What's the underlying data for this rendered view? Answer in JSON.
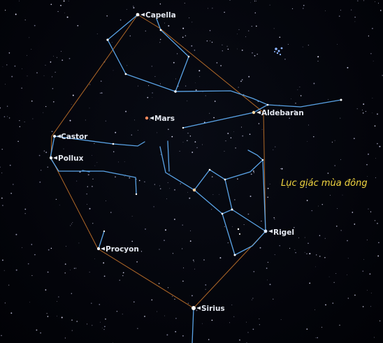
{
  "stars": {
    "capella": "Capella",
    "aldebaran": "Aldebaran",
    "castor": "Castor",
    "pollux": "Pollux",
    "procyon": "Procyon",
    "sirius": "Sirius",
    "rigel": "Rigel"
  },
  "planet": {
    "mars": "Mars"
  },
  "caption": "Lục giác mùa đông",
  "colors": {
    "constellation_lines": "#5aa3e6",
    "hexagon_outline": "#b26a28",
    "caption": "#f2d640",
    "labels": "#e4e8f0",
    "sky": "#03040a"
  }
}
